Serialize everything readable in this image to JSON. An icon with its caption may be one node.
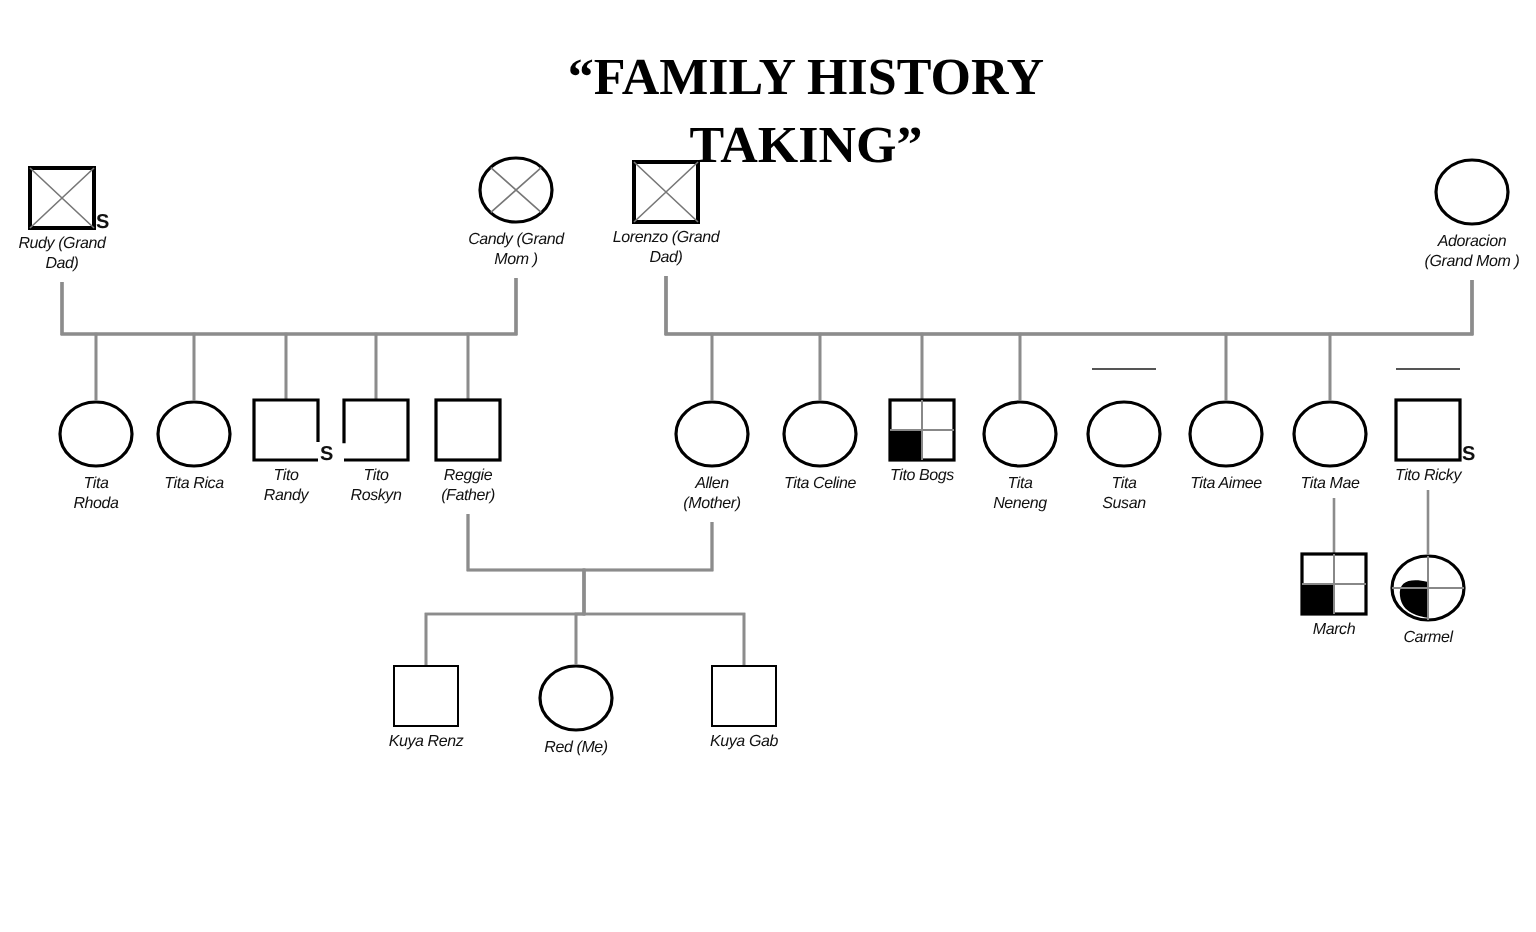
{
  "diagram": {
    "title": "“FAMILY HISTORY TAKING”",
    "nodes": [
      {
        "text": [
          "Rudy (Grand Dad)"
        ],
        "beside": [
          "S"
        ]
      },
      {
        "text": [
          "Candy (Grand Mom )"
        ]
      },
      {
        "text": [
          "Lorenzo (Grand Dad)"
        ]
      },
      {
        "text": [
          "Adoracion (Grand Mom )"
        ]
      },
      {
        "text": [
          "Tita Rhoda"
        ]
      },
      {
        "text": [
          "Tita Rica"
        ]
      },
      {
        "text": [
          "Tito Randy"
        ],
        "beside": [
          "S"
        ]
      },
      {
        "text": [
          "Tito Roskyn"
        ]
      },
      {
        "text": [
          "Reggie (Father)"
        ]
      },
      {
        "text": [
          "Allen (Mother)"
        ]
      },
      {
        "text": [
          "Tita Celine"
        ]
      },
      {
        "text": [
          "Tito Bogs"
        ]
      },
      {
        "text": [
          "Tita Neneng"
        ]
      },
      {
        "text": [
          "Tita Susan"
        ]
      },
      {
        "text": [
          "Tita Aimee"
        ]
      },
      {
        "text": [
          "Tita Mae"
        ]
      },
      {
        "text": [
          "Tito Ricky"
        ],
        "beside": [
          "S"
        ]
      },
      {
        "text": [
          "March"
        ]
      },
      {
        "text": [
          "Carmel"
        ]
      },
      {
        "text": [
          "Kuya Renz"
        ]
      },
      {
        "text": [
          "Red (Me)"
        ]
      },
      {
        "text": [
          "Kuya Gab"
        ]
      }
    ],
    "edges": [
      {
        "from": 0,
        "to": 4,
        "arrow": "none"
      },
      {
        "from": 0,
        "to": 5,
        "arrow": "none"
      },
      {
        "from": 0,
        "to": 6,
        "arrow": "none"
      },
      {
        "from": 0,
        "to": 7,
        "arrow": "none"
      },
      {
        "from": 0,
        "to": 8,
        "arrow": "none"
      },
      {
        "from": 1,
        "to": 4,
        "arrow": "none"
      },
      {
        "from": 1,
        "to": 5,
        "arrow": "none"
      },
      {
        "from": 1,
        "to": 6,
        "arrow": "none"
      },
      {
        "from": 1,
        "to": 7,
        "arrow": "none"
      },
      {
        "from": 1,
        "to": 8,
        "arrow": "none"
      },
      {
        "from": 2,
        "to": 9,
        "arrow": "none"
      },
      {
        "from": 2,
        "to": 10,
        "arrow": "none"
      },
      {
        "from": 2,
        "to": 11,
        "arrow": "none"
      },
      {
        "from": 2,
        "to": 12,
        "arrow": "none"
      },
      {
        "from": 2,
        "to": 14,
        "arrow": "none"
      },
      {
        "from": 2,
        "to": 15,
        "arrow": "none"
      },
      {
        "from": 3,
        "to": 9,
        "arrow": "none"
      },
      {
        "from": 3,
        "to": 10,
        "arrow": "none"
      },
      {
        "from": 3,
        "to": 11,
        "arrow": "none"
      },
      {
        "from": 3,
        "to": 12,
        "arrow": "none"
      },
      {
        "from": 3,
        "to": 14,
        "arrow": "none"
      },
      {
        "from": 3,
        "to": 15,
        "arrow": "none"
      },
      {
        "from": 15,
        "to": 17,
        "arrow": "none"
      },
      {
        "from": 16,
        "to": 18,
        "arrow": "none"
      },
      {
        "from": 8,
        "to": 19,
        "arrow": "none"
      },
      {
        "from": 8,
        "to": 20,
        "arrow": "none"
      },
      {
        "from": 8,
        "to": 21,
        "arrow": "none"
      },
      {
        "from": 9,
        "to": 19,
        "arrow": "none"
      },
      {
        "from": 9,
        "to": 20,
        "arrow": "none"
      },
      {
        "from": 9,
        "to": 21,
        "arrow": "none"
      }
    ]
  }
}
